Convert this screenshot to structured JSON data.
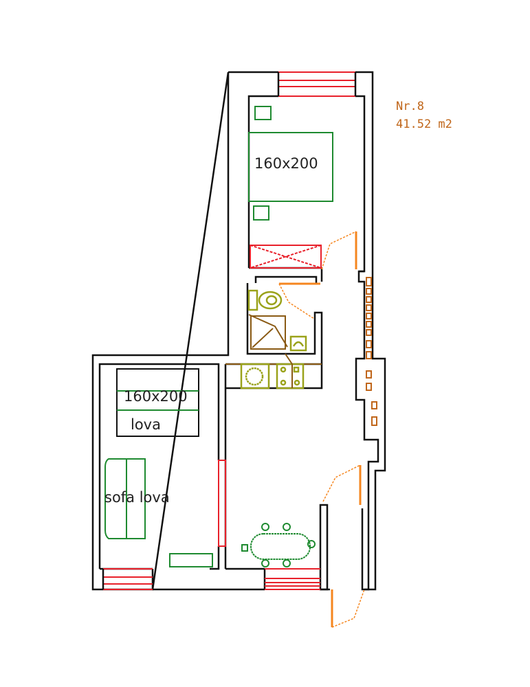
{
  "plan": {
    "apartment_number": "Nr.8",
    "area": "41.52 m2",
    "labels": {
      "bedroom_bed": "160x200",
      "living_bed": "160x200",
      "living_bed_sub": "lova",
      "sofa": "sofa lova"
    },
    "colors": {
      "walls": "#111111",
      "windows": "#e8202a",
      "furniture": "#1e8a30",
      "doors": "#f5861f",
      "sanitary": "#9aa21a",
      "annotation": "#c0661a"
    }
  }
}
